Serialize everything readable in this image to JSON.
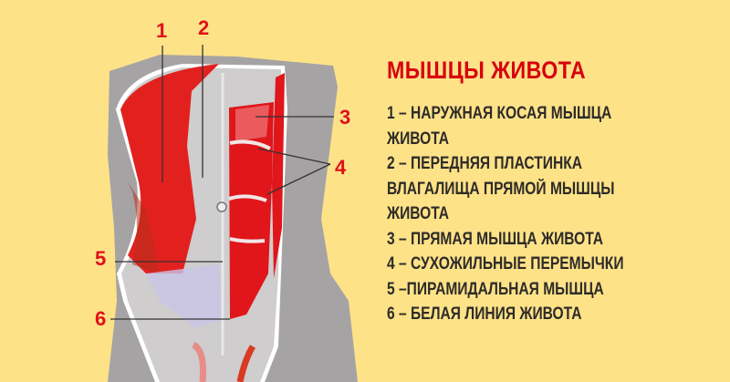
{
  "colors": {
    "background": "#FDE288",
    "accent": "#D8000E",
    "text": "#2E2B28",
    "muscle": "#E0161B",
    "silhouette": "#A6A3A4"
  },
  "figure": {
    "labels": [
      "1",
      "2",
      "3",
      "4",
      "5",
      "6"
    ]
  },
  "legend": {
    "title": "МЫШЦЫ ЖИВОТА",
    "lines": [
      "1 – НАРУЖНАЯ КОСАЯ МЫШЦА",
      "ЖИВОТА",
      "2 – ПЕРЕДНЯЯ ПЛАСТИНКА",
      "ВЛАГАЛИЩА ПРЯМОЙ МЫШЦЫ",
      "ЖИВОТА",
      "3 – ПРЯМАЯ МЫШЦА ЖИВОТА",
      "4 – СУХОЖИЛЬНЫЕ ПЕРЕМЫЧКИ",
      "5 –ПИРАМИДАЛЬНАЯ МЫШЦА",
      "6 – БЕЛАЯ ЛИНИЯ ЖИВОТА"
    ]
  }
}
